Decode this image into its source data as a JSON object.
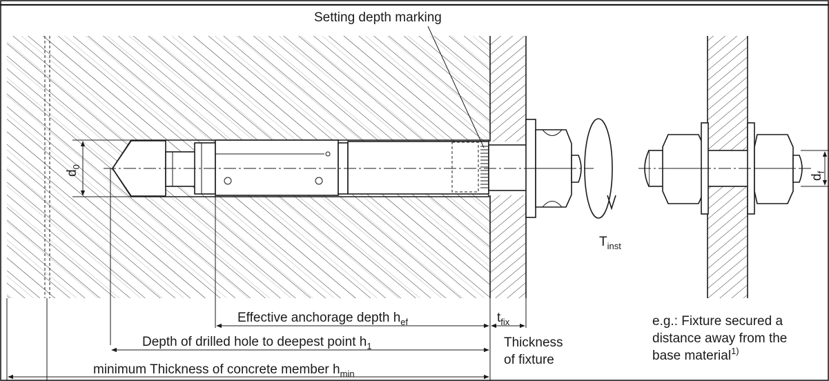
{
  "labels": {
    "setting_depth_marking": "Setting depth marking",
    "d0": "d",
    "d0_sub": "0",
    "df": "d",
    "df_sub": "f",
    "t_inst": "T",
    "t_inst_sub": "inst",
    "effective_anchorage": "Effective anchorage depth h",
    "effective_anchorage_sub": "ef",
    "t_fix": "t",
    "t_fix_sub": "fix",
    "depth_drilled": "Depth of drilled hole to deepest point  h",
    "depth_drilled_sub": "1",
    "min_thickness": "minimum Thickness of concrete member h",
    "min_thickness_sub": "min",
    "thickness_of_fixture_line1": "Thickness",
    "thickness_of_fixture_line2": "of fixture",
    "note_line1": "e.g.: Fixture secured a",
    "note_line2": "distance away from the",
    "note_line3": "base material",
    "note_sup": "1)"
  }
}
